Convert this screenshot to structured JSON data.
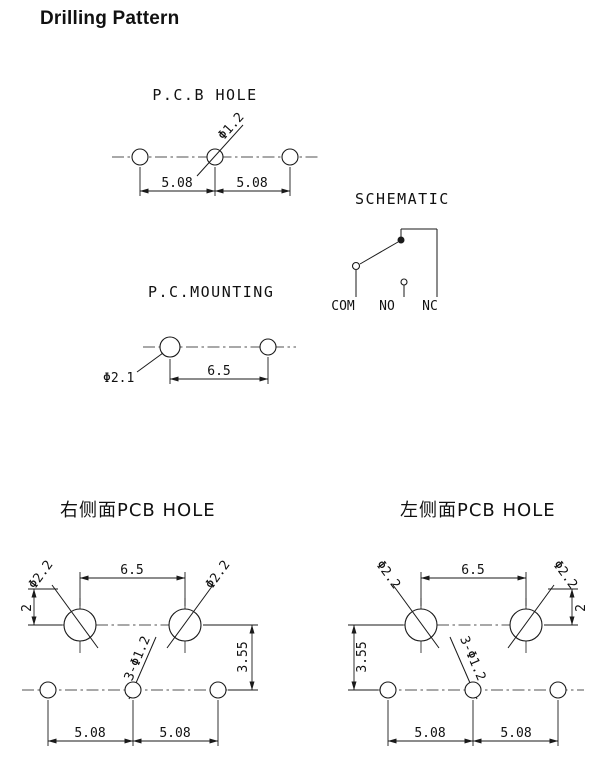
{
  "page": {
    "title": "Drilling Pattern"
  },
  "pcb_hole": {
    "label": "P.C.B HOLE",
    "hole_dia": "Φ1.2",
    "pitch_left": "5.08",
    "pitch_right": "5.08"
  },
  "schematic": {
    "label": "SCHEMATIC",
    "terminal_com": "COM",
    "terminal_no": "NO",
    "terminal_nc": "NC"
  },
  "pc_mounting": {
    "label": "P.C.MOUNTING",
    "hole_dia": "Φ2.1",
    "pitch": "6.5"
  },
  "right_side_view": {
    "label": "右侧面PCB HOLE",
    "mount_pitch": "6.5",
    "mount_dia_left": "Φ2.2",
    "mount_dia_right": "Φ2.2",
    "edge_offset": "2",
    "row_offset": "3.55",
    "terminal_dia": "3-Φ1.2",
    "pitch_left": "5.08",
    "pitch_right": "5.08"
  },
  "left_side_view": {
    "label": "左侧面PCB HOLE",
    "mount_pitch": "6.5",
    "mount_dia_left": "Φ2.2",
    "mount_dia_right": "Φ2.2",
    "edge_offset": "2",
    "row_offset": "3.55",
    "terminal_dia": "3-Φ1.2",
    "pitch_left": "5.08",
    "pitch_right": "5.08"
  }
}
